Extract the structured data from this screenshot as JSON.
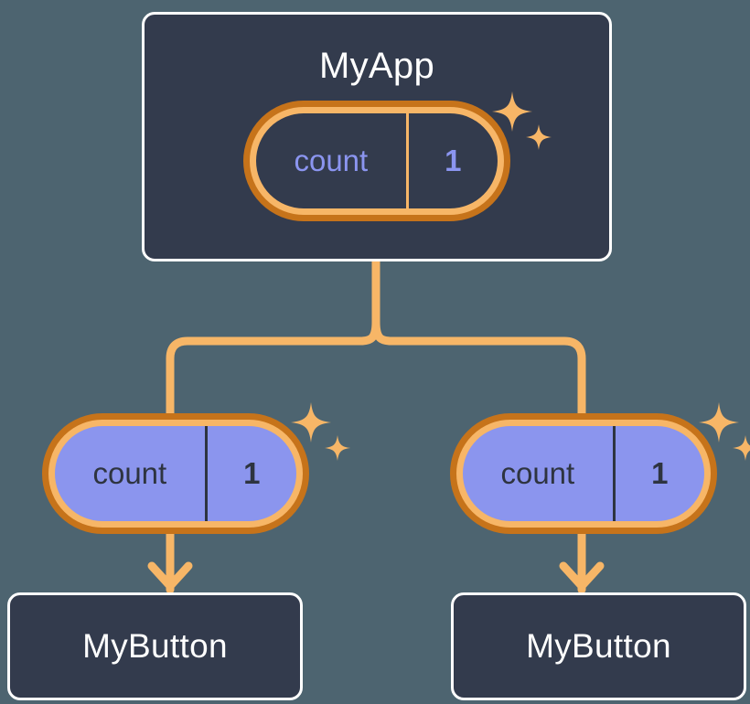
{
  "diagram": {
    "title_visible": false,
    "background_color": "#4d6470",
    "accent_orange_light": "#f7b667",
    "accent_orange_dark": "#c6731a",
    "purple": "#8b95ee",
    "card_fill": "#333b4d",
    "card_border": "#ffffff"
  },
  "root": {
    "label": "MyApp",
    "state": {
      "key": "count",
      "value": "1"
    },
    "sparkle": "sparkle-icon"
  },
  "children": [
    {
      "state": {
        "key": "count",
        "value": "1"
      },
      "sparkle": "sparkle-icon",
      "component": {
        "label": "MyButton"
      }
    },
    {
      "state": {
        "key": "count",
        "value": "1"
      },
      "sparkle": "sparkle-icon",
      "component": {
        "label": "MyButton"
      }
    }
  ]
}
